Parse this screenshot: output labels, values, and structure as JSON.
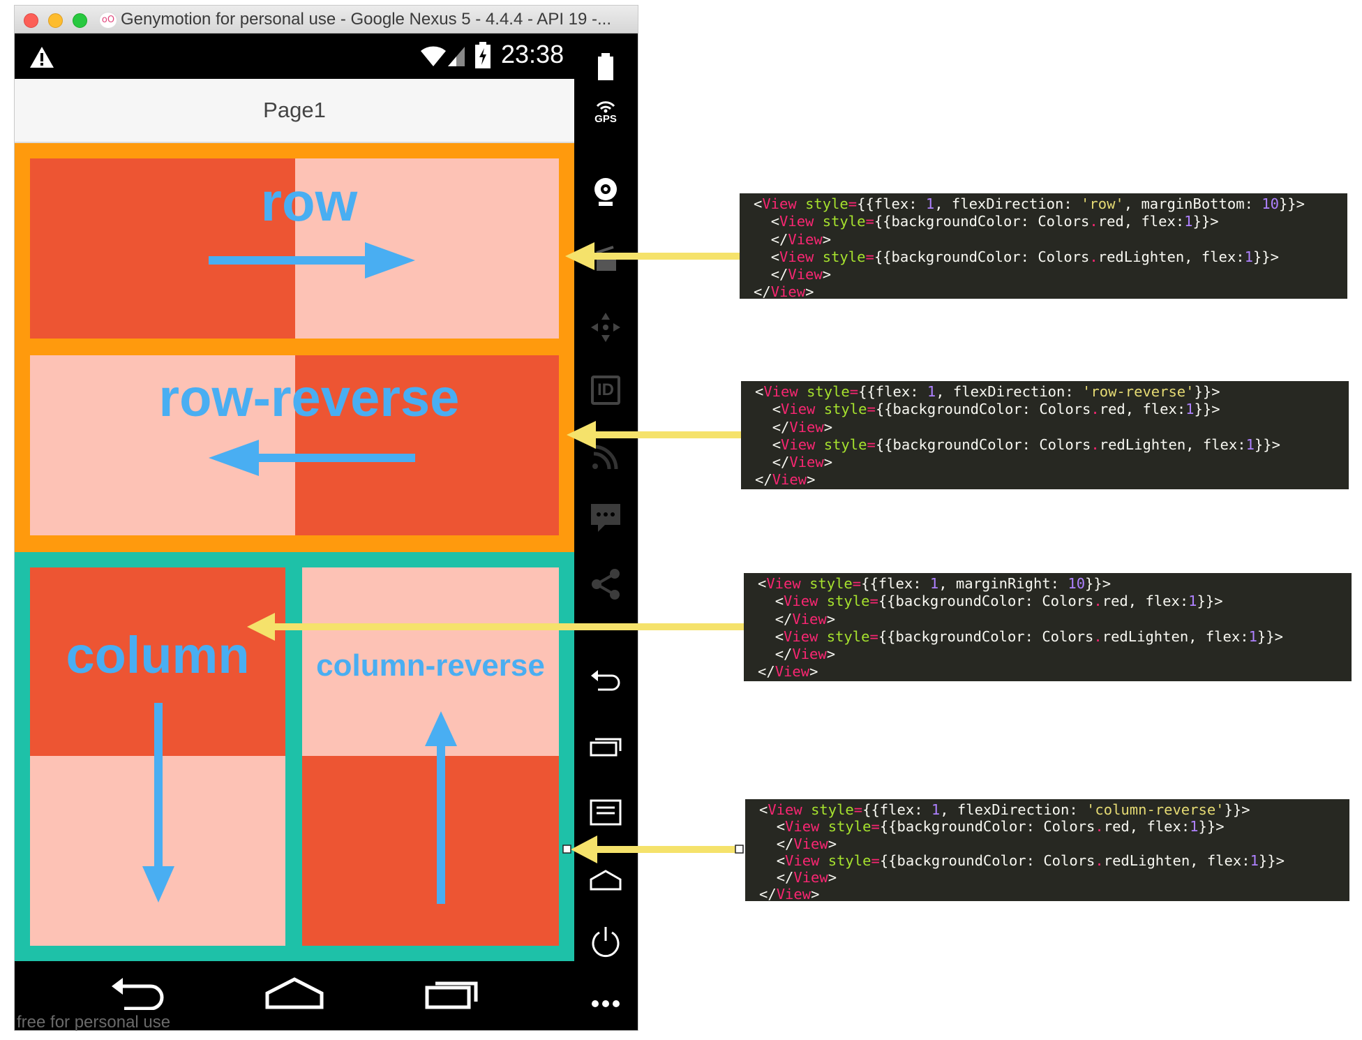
{
  "window": {
    "title": "Genymotion for personal use - Google Nexus 5 - 4.4.4 - API 19 -..."
  },
  "status_bar": {
    "time": "23:38"
  },
  "app": {
    "page_title": "Page1",
    "demos": [
      {
        "label": "row"
      },
      {
        "label": "row-reverse"
      },
      {
        "label": "column"
      },
      {
        "label": "column-reverse"
      }
    ]
  },
  "side_panel": {
    "gps_label": "GPS",
    "id_label": "ID",
    "icons": [
      "battery-icon",
      "gps-icon",
      "webcam-icon",
      "capture-icon",
      "move-icon",
      "id-icon",
      "cast-icon",
      "message-icon",
      "share-icon",
      "back-icon",
      "recents-icon",
      "menu-icon",
      "home-icon",
      "power-icon",
      "more-icon"
    ]
  },
  "watermark": "free for personal use",
  "code_snippets": [
    {
      "lines": [
        {
          "indent": "",
          "open": true,
          "tag": "View",
          "attr": "style",
          "props": "{{flex: 1, flexDirection: 'row', marginBottom: 10}}"
        },
        {
          "indent": "  ",
          "open": true,
          "tag": "View",
          "attr": "style",
          "props": "{{backgroundColor: Colors.red, flex:1}}"
        },
        {
          "indent": "  ",
          "open": false,
          "tag": "View"
        },
        {
          "indent": "  ",
          "open": true,
          "tag": "View",
          "attr": "style",
          "props": "{{backgroundColor: Colors.redLighten, flex:1}}"
        },
        {
          "indent": "  ",
          "open": false,
          "tag": "View"
        },
        {
          "indent": "",
          "open": false,
          "tag": "View"
        }
      ]
    },
    {
      "lines": [
        {
          "indent": "",
          "open": true,
          "tag": "View",
          "attr": "style",
          "props": "{{flex: 1, flexDirection: 'row-reverse'}}"
        },
        {
          "indent": "  ",
          "open": true,
          "tag": "View",
          "attr": "style",
          "props": "{{backgroundColor: Colors.red, flex:1}}"
        },
        {
          "indent": "  ",
          "open": false,
          "tag": "View"
        },
        {
          "indent": "  ",
          "open": true,
          "tag": "View",
          "attr": "style",
          "props": "{{backgroundColor: Colors.redLighten, flex:1}}"
        },
        {
          "indent": "  ",
          "open": false,
          "tag": "View"
        },
        {
          "indent": "",
          "open": false,
          "tag": "View"
        }
      ]
    },
    {
      "lines": [
        {
          "indent": "",
          "open": true,
          "tag": "View",
          "attr": "style",
          "props": "{{flex: 1, marginRight: 10}}"
        },
        {
          "indent": "  ",
          "open": true,
          "tag": "View",
          "attr": "style",
          "props": "{{backgroundColor: Colors.red, flex:1}}"
        },
        {
          "indent": "  ",
          "open": false,
          "tag": "View"
        },
        {
          "indent": "  ",
          "open": true,
          "tag": "View",
          "attr": "style",
          "props": "{{backgroundColor: Colors.redLighten, flex:1}}"
        },
        {
          "indent": "  ",
          "open": false,
          "tag": "View"
        },
        {
          "indent": "",
          "open": false,
          "tag": "View"
        }
      ]
    },
    {
      "lines": [
        {
          "indent": "",
          "open": true,
          "tag": "View",
          "attr": "style",
          "props": "{{flex: 1, flexDirection: 'column-reverse'}}"
        },
        {
          "indent": "  ",
          "open": true,
          "tag": "View",
          "attr": "style",
          "props": "{{backgroundColor: Colors.red, flex:1}}"
        },
        {
          "indent": "  ",
          "open": false,
          "tag": "View"
        },
        {
          "indent": "  ",
          "open": true,
          "tag": "View",
          "attr": "style",
          "props": "{{backgroundColor: Colors.redLighten, flex:1}}"
        },
        {
          "indent": "  ",
          "open": false,
          "tag": "View"
        },
        {
          "indent": "",
          "open": false,
          "tag": "View"
        }
      ]
    }
  ],
  "colors": {
    "red": "#ed5533",
    "red_lighten": "#fdc2b5",
    "orange": "#ff9a0d",
    "teal": "#1ec1a8",
    "label_blue": "#49aef2",
    "pointer_yellow": "#f5e26b",
    "code_bg": "#272822"
  }
}
